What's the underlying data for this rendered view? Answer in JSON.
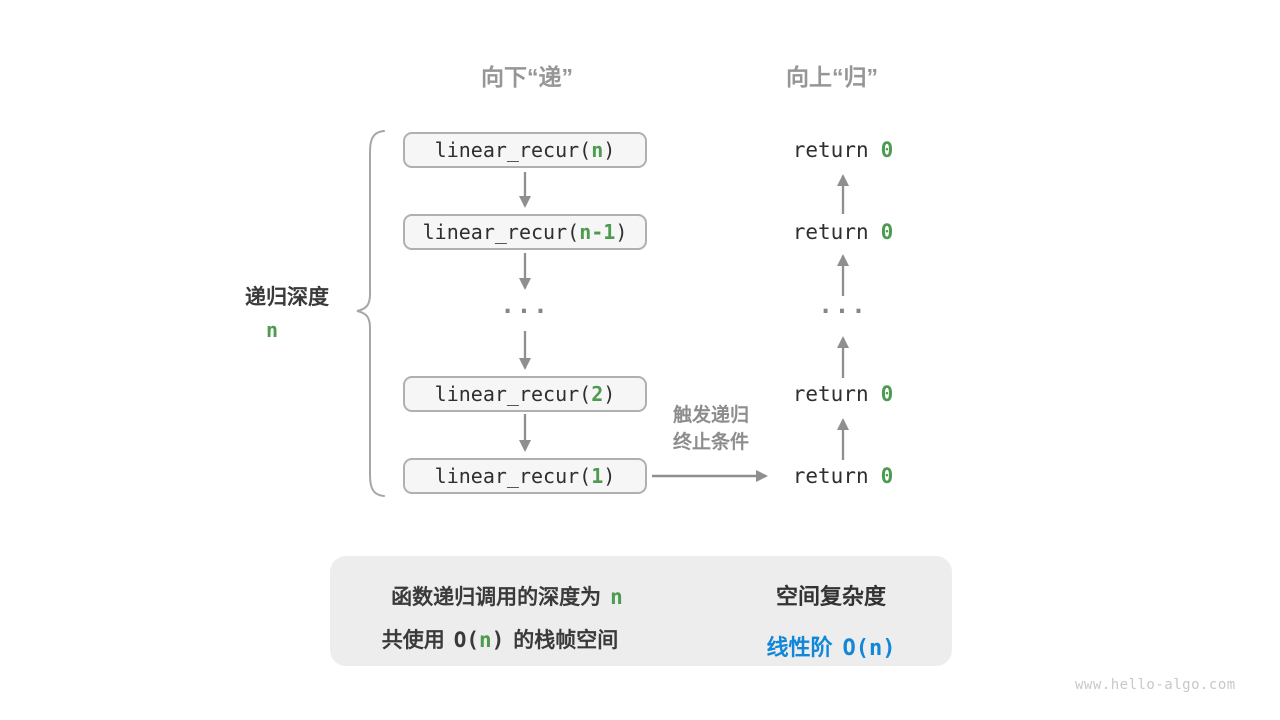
{
  "headers": {
    "down": "向下“递”",
    "up": "向上“归”"
  },
  "depth_brace": {
    "label": "递归深度",
    "var": "n"
  },
  "ellipsis": "...",
  "calls": [
    {
      "pre": "linear_recur(",
      "arg": "n",
      "post": ")"
    },
    {
      "pre": "linear_recur(",
      "arg": "n-1",
      "post": ")"
    },
    {
      "pre": "linear_recur(",
      "arg": "2",
      "post": ")"
    },
    {
      "pre": "linear_recur(",
      "arg": "1",
      "post": ")"
    }
  ],
  "returns": [
    {
      "pre": "return",
      "val": "0"
    },
    {
      "pre": "return",
      "val": "0"
    },
    {
      "pre": "return",
      "val": "0"
    },
    {
      "pre": "return",
      "val": "0"
    }
  ],
  "trigger": {
    "line1": "触发递归",
    "line2": "终止条件"
  },
  "summary": {
    "line1_pre": "函数递归调用的深度为",
    "line1_var": "n",
    "line2_pre": "共使用",
    "line2_code_open": "O(",
    "line2_var": "n",
    "line2_code_close": ")",
    "line2_post": "的栈帧空间",
    "result_title": "空间复杂度",
    "result_label": "线性阶",
    "result_code": "O(n)"
  },
  "footer": {
    "url": "www.hello-algo.com"
  },
  "colors": {
    "green": "#4d9b50",
    "blue": "#1287d8",
    "heading_gray": "#969696",
    "text_dark": "#2f2f2f",
    "arrow_gray": "#8f8f8f",
    "box_bg": "#f6f6f6",
    "box_border": "#b0b0b0",
    "summary_bg": "#ededed",
    "summary_arrow": "#c9c9c9",
    "footer_gray": "#c8c8c8"
  }
}
